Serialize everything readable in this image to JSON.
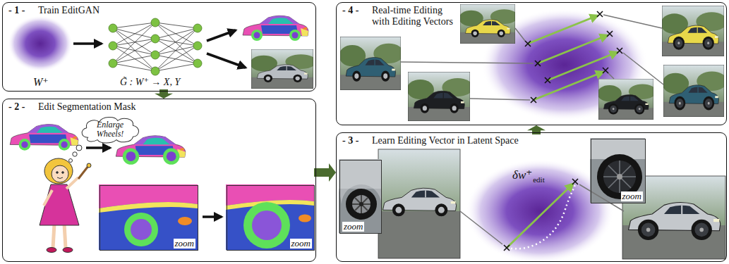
{
  "diagram": {
    "nodes": [
      {
        "text": [
          "- 1 -",
          "Train EditGAN"
        ]
      },
      {
        "text": [
          "- 2 -",
          "Edit Segmentation Mask"
        ]
      },
      {
        "text": [
          "Enlarge Wheels!"
        ],
        "in": 1
      },
      {
        "text": [
          "zoom"
        ],
        "in": 1
      },
      {
        "text": [
          "zoom"
        ],
        "in": 1
      },
      {
        "text": [
          "- 3 -",
          "Learn Editing Vector in Latent Space"
        ]
      },
      {
        "text": [
          "zoom"
        ],
        "in": 5
      },
      {
        "text": [
          "zoom"
        ],
        "in": 5
      },
      {
        "text": [
          "- 4 -",
          "Real-time Editing with Editing Vectors"
        ]
      }
    ],
    "edges": [
      {
        "from": 0,
        "to": 1,
        "arrow": "to"
      },
      {
        "from": 1,
        "to": 5,
        "arrow": "to"
      },
      {
        "from": 5,
        "to": 8,
        "arrow": "to"
      }
    ],
    "labels": [
      "W⁺",
      "G̃ : W⁺ → X, Y",
      "δw⁺",
      "edit"
    ]
  }
}
